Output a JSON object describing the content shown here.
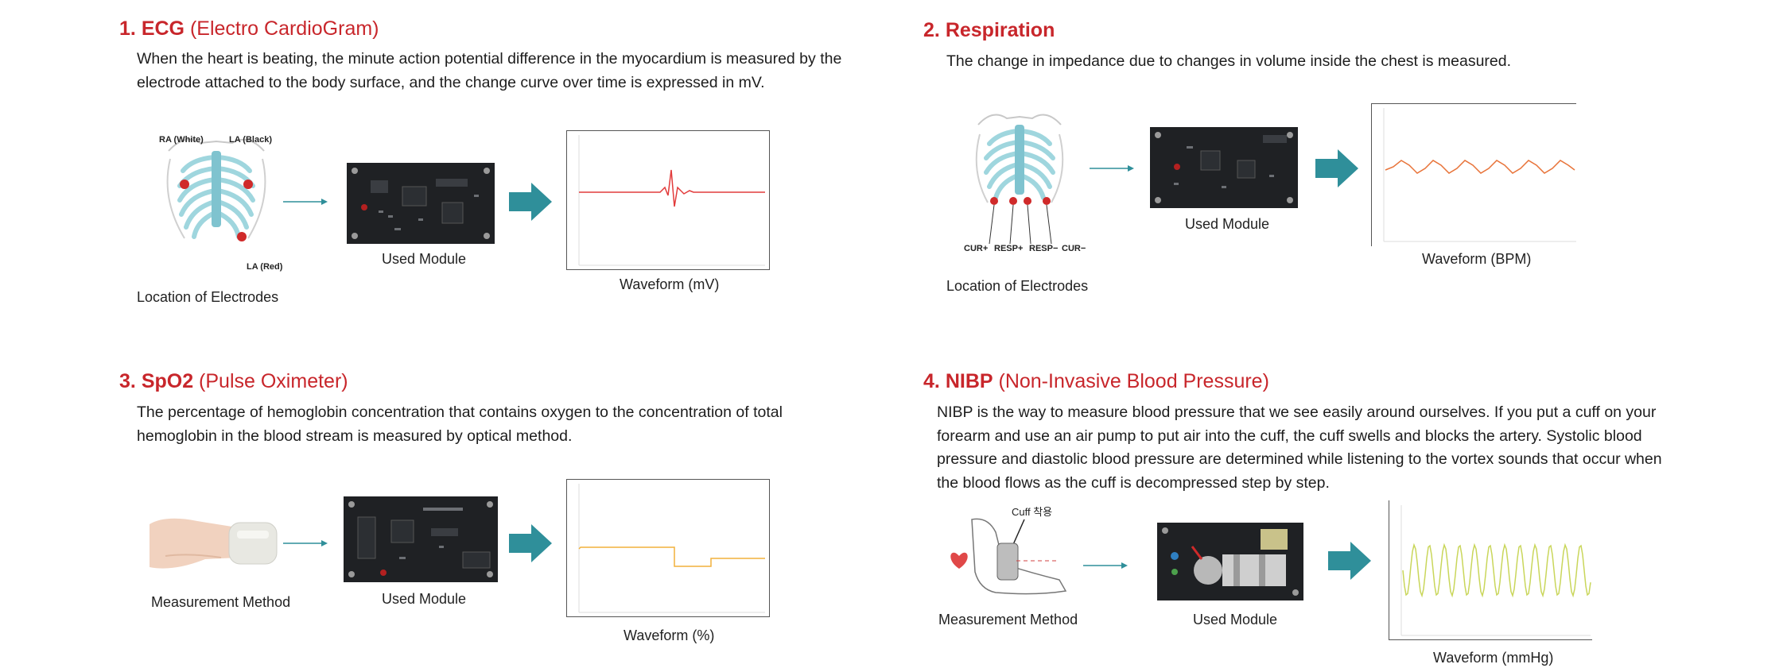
{
  "sections": [
    {
      "number": "1.",
      "abbr": "ECG",
      "rest": " (Electro CardioGram)",
      "desc": [
        "When the heart is beating, the minute action potential difference in the myocardium is measured by the",
        "electrode attached to the body surface, and the change curve over time is expressed in mV."
      ],
      "captions": {
        "left": "Location of Electrodes",
        "module": "Used Module",
        "wave": "Waveform (mV)"
      },
      "electrode_labels": [
        "RA (White)",
        "LA (Black)",
        "LA (Red)"
      ]
    },
    {
      "number": "2.",
      "abbr": "Respiration",
      "rest": "",
      "desc": [
        "The change in impedance due to changes in volume inside the chest is measured."
      ],
      "captions": {
        "left": "Location of Electrodes",
        "module": "Used Module",
        "wave": "Waveform (BPM)"
      },
      "electrode_labels": [
        "CUR+",
        "RESP+",
        "RESP−",
        "CUR−"
      ]
    },
    {
      "number": "3.",
      "abbr": "SpO2",
      "rest": " (Pulse Oximeter)",
      "desc": [
        "The percentage of hemoglobin concentration that contains oxygen to the concentration of total",
        "hemoglobin in the blood stream is measured by optical method."
      ],
      "captions": {
        "left": "Measurement Method",
        "module": "Used Module",
        "wave": "Waveform (%)"
      }
    },
    {
      "number": "4.",
      "abbr": "NIBP",
      "rest": " (Non-Invasive Blood Pressure)",
      "desc": [
        "NIBP is the way to measure blood pressure that we see easily around ourselves. If you put a cuff on your",
        "forearm and use an air pump to put air into the cuff, the cuff swells and blocks the artery. Systolic blood",
        "pressure and diastolic blood pressure are determined while listening to the vortex sounds that occur when",
        "the blood flows as the cuff is decompressed step by step."
      ],
      "captions": {
        "left": "Measurement Method",
        "module": "Used Module",
        "wave": "Waveform (mmHg)"
      },
      "cuff_label": "Cuff 착용"
    }
  ],
  "colors": {
    "title": "#c8262b",
    "arrow": "#2f8f9a",
    "ecg": "#e23b3b",
    "resp": "#e8743a",
    "spo2": "#f2b13b",
    "nibp": "#c9d65a",
    "board": "#1f2124"
  }
}
